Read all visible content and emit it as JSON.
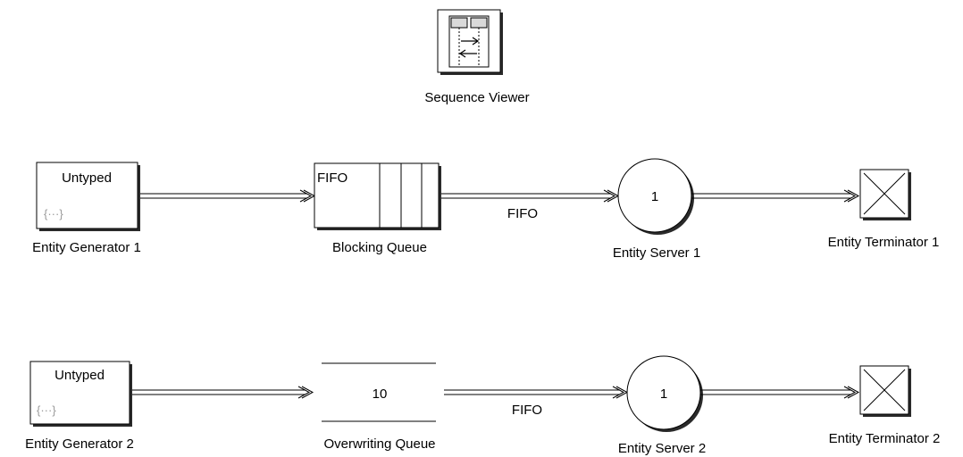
{
  "sequence_viewer": {
    "label": "Sequence Viewer"
  },
  "generators": [
    {
      "label": "Entity Generator 1",
      "type_text": "Untyped",
      "icon_text": "{···}"
    },
    {
      "label": "Entity Generator 2",
      "type_text": "Untyped",
      "icon_text": "{···}"
    }
  ],
  "queues": [
    {
      "label": "Blocking Queue",
      "text": "FIFO"
    },
    {
      "label": "Overwriting Queue",
      "text": "10"
    }
  ],
  "connection_labels": [
    "FIFO",
    "FIFO"
  ],
  "servers": [
    {
      "label": "Entity Server 1",
      "capacity": "1"
    },
    {
      "label": "Entity Server 2",
      "capacity": "1"
    }
  ],
  "terminators": [
    {
      "label": "Entity Terminator 1"
    },
    {
      "label": "Entity Terminator 2"
    }
  ]
}
